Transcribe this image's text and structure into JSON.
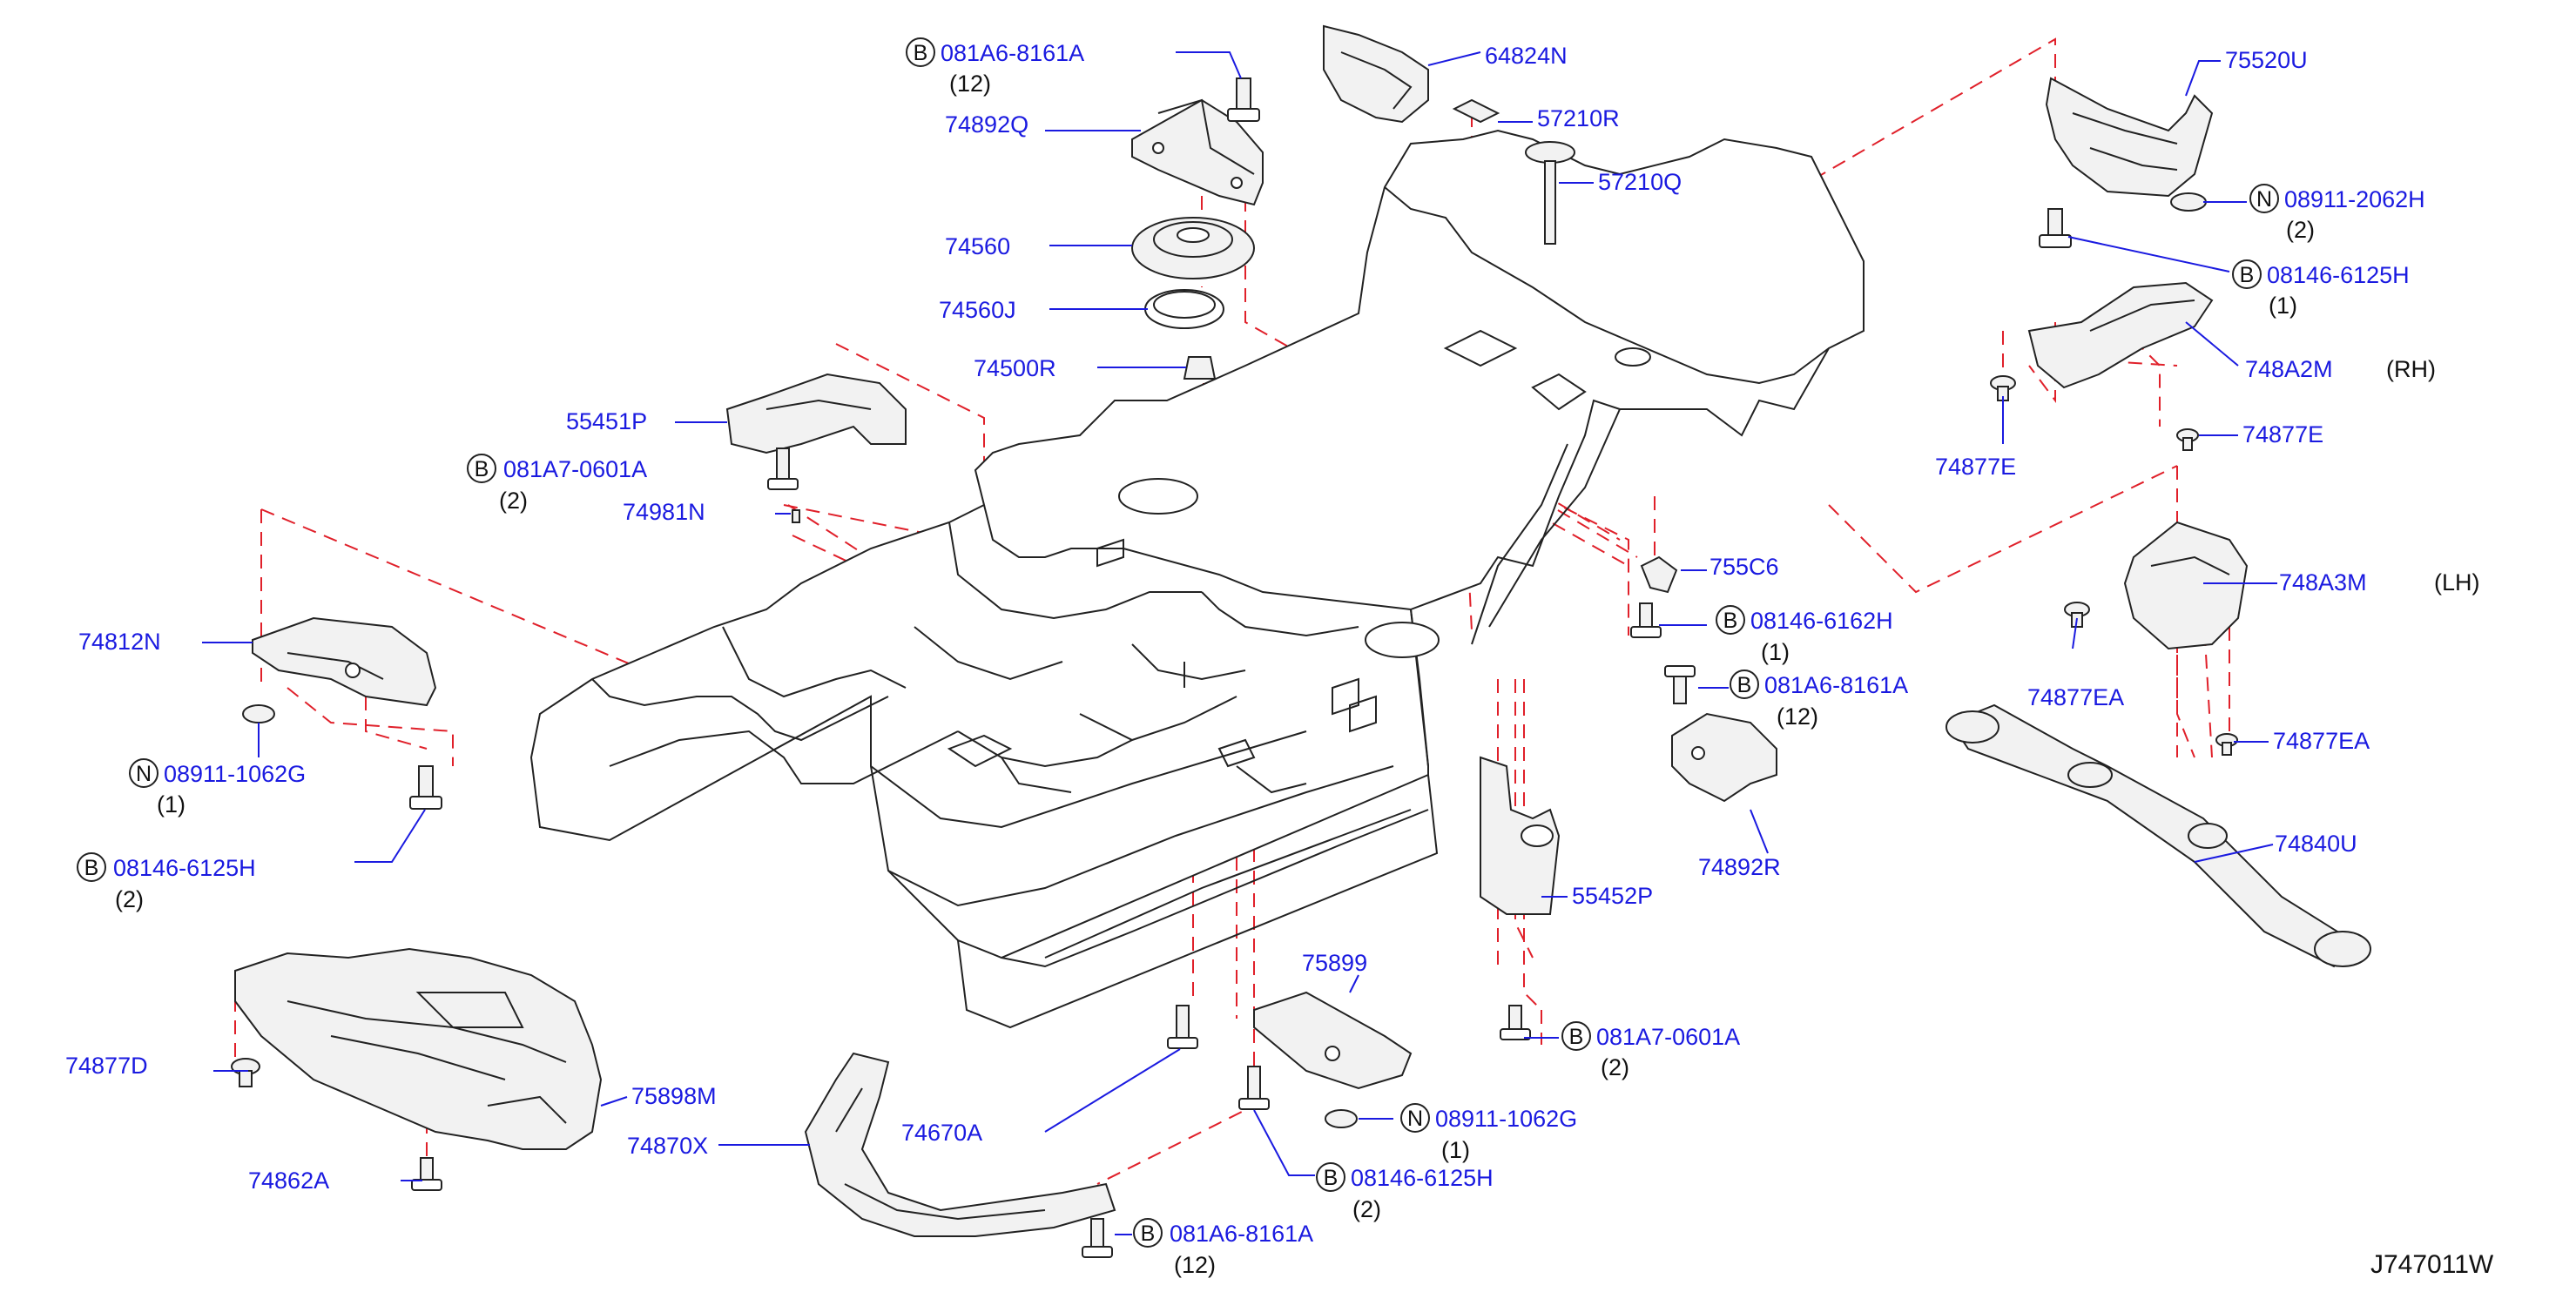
{
  "labels": {
    "b_081A6_8161A_top": "081A6-8161A",
    "b_081A6_8161A_top_qty": "(12)",
    "p_74892Q": "74892Q",
    "p_64824N": "64824N",
    "p_57210R": "57210R",
    "p_57210Q": "57210Q",
    "p_75520U": "75520U",
    "n_08911_2062H": "08911-2062H",
    "n_08911_2062H_qty": "(2)",
    "b_08146_6125H_rh": "08146-6125H",
    "b_08146_6125H_rh_qty": "(1)",
    "p_748A2M": "748A2M",
    "side_rh": "(RH)",
    "p_74877E_a": "74877E",
    "p_74877E_b": "74877E",
    "p_74560": "74560",
    "p_74560J": "74560J",
    "p_74500R": "74500R",
    "p_55451P": "55451P",
    "b_081A7_0601A_left": "081A7-0601A",
    "b_081A7_0601A_left_qty": "(2)",
    "p_74981N": "74981N",
    "p_74812N": "74812N",
    "n_08911_1062G_left": "08911-1062G",
    "n_08911_1062G_left_qty": "(1)",
    "b_08146_6125H_left": "08146-6125H",
    "b_08146_6125H_left_qty": "(2)",
    "p_755C6": "755C6",
    "b_08146_6162H": "08146-6162H",
    "b_08146_6162H_qty": "(1)",
    "b_081A6_8161A_mid": "081A6-8161A",
    "b_081A6_8161A_mid_qty": "(12)",
    "p_748A3M": "748A3M",
    "side_lh": "(LH)",
    "p_74877EA_a": "74877EA",
    "p_74877EA_b": "74877EA",
    "p_74892R": "74892R",
    "p_55452P": "55452P",
    "p_74840U": "74840U",
    "p_75899": "75899",
    "b_081A7_0601A_bot": "081A7-0601A",
    "b_081A7_0601A_bot_qty": "(2)",
    "n_08911_1062G_bot": "08911-1062G",
    "n_08911_1062G_bot_qty": "(1)",
    "b_08146_6125H_bot": "08146-6125H",
    "b_08146_6125H_bot_qty": "(2)",
    "p_74670A": "74670A",
    "p_74877D": "74877D",
    "p_75898M": "75898M",
    "p_74870X": "74870X",
    "p_74862A": "74862A",
    "b_081A6_8161A_bot": "081A6-8161A",
    "b_081A6_8161A_bot_qty": "(12)"
  },
  "prefix": {
    "bolt": "B",
    "nut": "N"
  },
  "diagram_code": "J747011W",
  "colors": {
    "label": "#1a1ae0",
    "dashed_guide": "#e0202a",
    "outline": "#222222"
  }
}
